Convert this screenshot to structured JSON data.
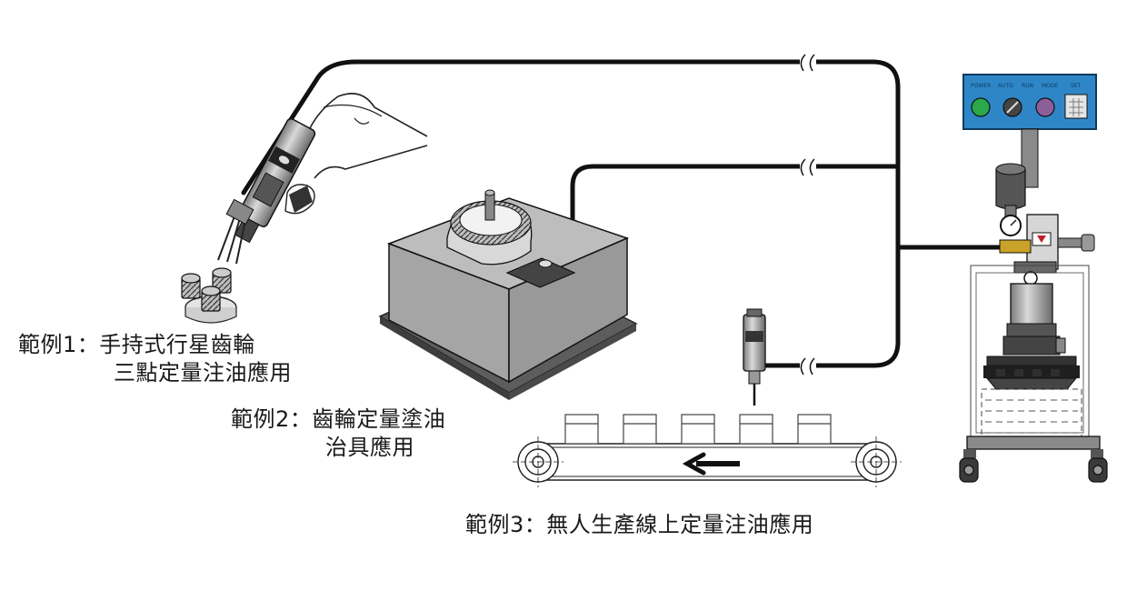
{
  "captions": {
    "example1": {
      "line1": "範例1：手持式行星齒輪",
      "line2": "三點定量注油應用"
    },
    "example2": {
      "line1": "範例2：齒輪定量塗油",
      "line2": "治具應用"
    },
    "example3": {
      "line1": "範例3：無人生產線上定量注油應用"
    }
  },
  "control_panel": {
    "labels": [
      "POWER",
      "AUTO",
      "RUN",
      "MODE",
      "SET"
    ]
  },
  "colors": {
    "panel_blue": "#2f86c6",
    "button_green": "#2aa84a",
    "button_purple": "#8d5f9a",
    "hose": "#111111",
    "block_gray": "#a9a9a9"
  },
  "icons": [
    "left-arrow-icon",
    "hand-icon",
    "gear-icon"
  ]
}
